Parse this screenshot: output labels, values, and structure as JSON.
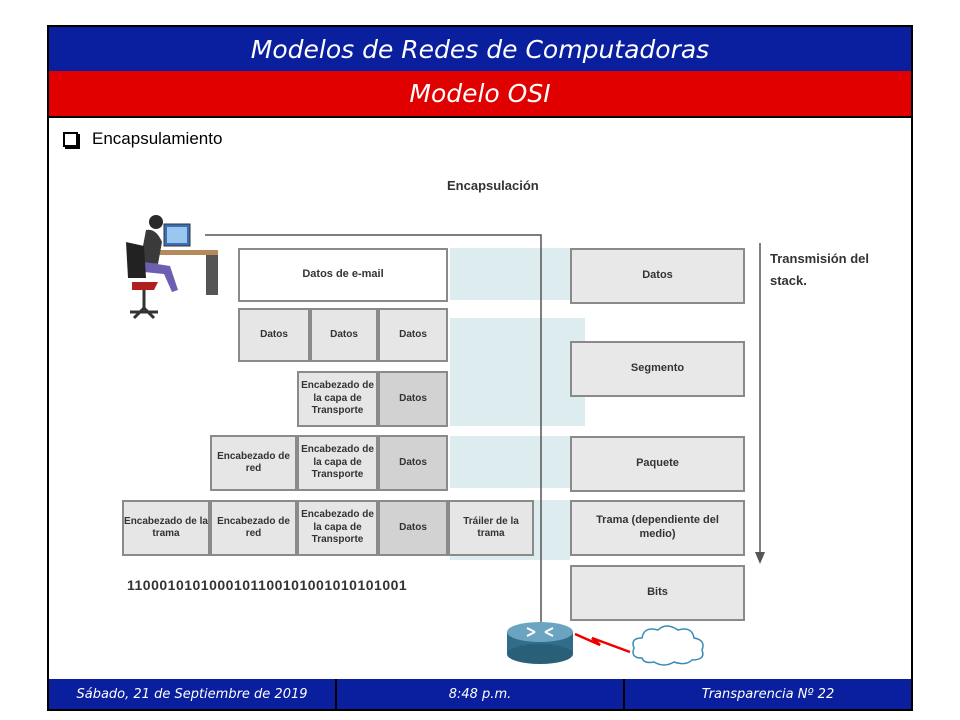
{
  "header": {
    "title": "Modelos de Redes de Computadoras",
    "subtitle": "Modelo OSI"
  },
  "content": {
    "bullet": "Encapsulamiento"
  },
  "diagram": {
    "title": "Encapsulación",
    "arrow_label": "Transmisión del stack.",
    "email_data": "Datos de e-mail",
    "data": "Datos",
    "transport_header": "Encabezado de la capa de Transporte",
    "network_header": "Encabezado de red",
    "frame_header": "Encabezado de la trama",
    "frame_trailer": "Tráiler de la trama",
    "bits_stream": "1100010101000101100101001010101001",
    "pdus": [
      "Datos",
      "Segmento",
      "Paquete",
      "Trama (dependiente del medio)",
      "Bits"
    ]
  },
  "footer": {
    "date": "Sábado, 21 de Septiembre de 2019",
    "time": "8:48 p.m.",
    "slide": "Transparencia Nº 22"
  }
}
